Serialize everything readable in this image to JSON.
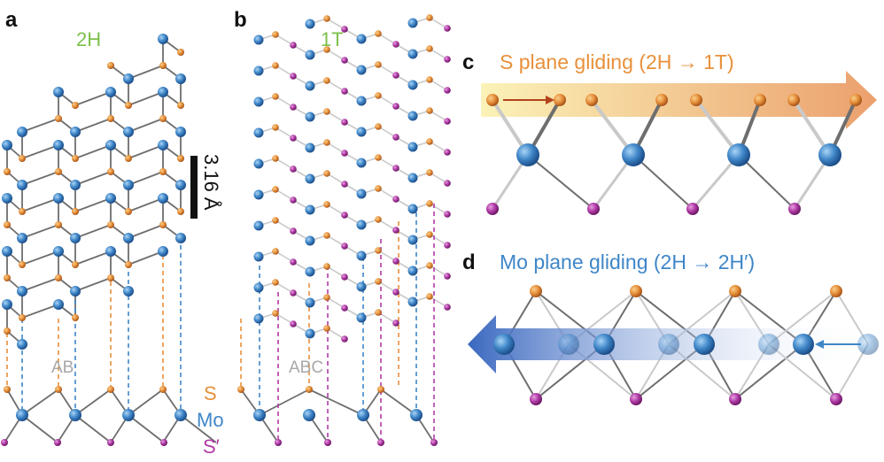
{
  "panels": {
    "a": {
      "label": "a",
      "phase": "2H",
      "stacking": "AB"
    },
    "b": {
      "label": "b",
      "phase": "1T",
      "stacking": "ABC"
    },
    "c": {
      "label": "c",
      "title": "S plane gliding (2H → 1T)"
    },
    "d": {
      "label": "d",
      "title": "Mo plane gliding (2H → 2H′)"
    }
  },
  "scale_bar": {
    "text": "3.16 Å"
  },
  "legend": [
    {
      "key": "s",
      "text": "S",
      "color": "#e8903a"
    },
    {
      "key": "mo",
      "text": "Mo",
      "color": "#3f86c8"
    },
    {
      "key": "s_prime",
      "text": "S′",
      "color": "#b03aa6"
    }
  ],
  "colors": {
    "sulfur": "#e8903a",
    "molybdenum": "#3f86c8",
    "sulfur_prime": "#b03aa6",
    "bond": "#6e6e6e",
    "bond_light": "#c9c9c9"
  }
}
